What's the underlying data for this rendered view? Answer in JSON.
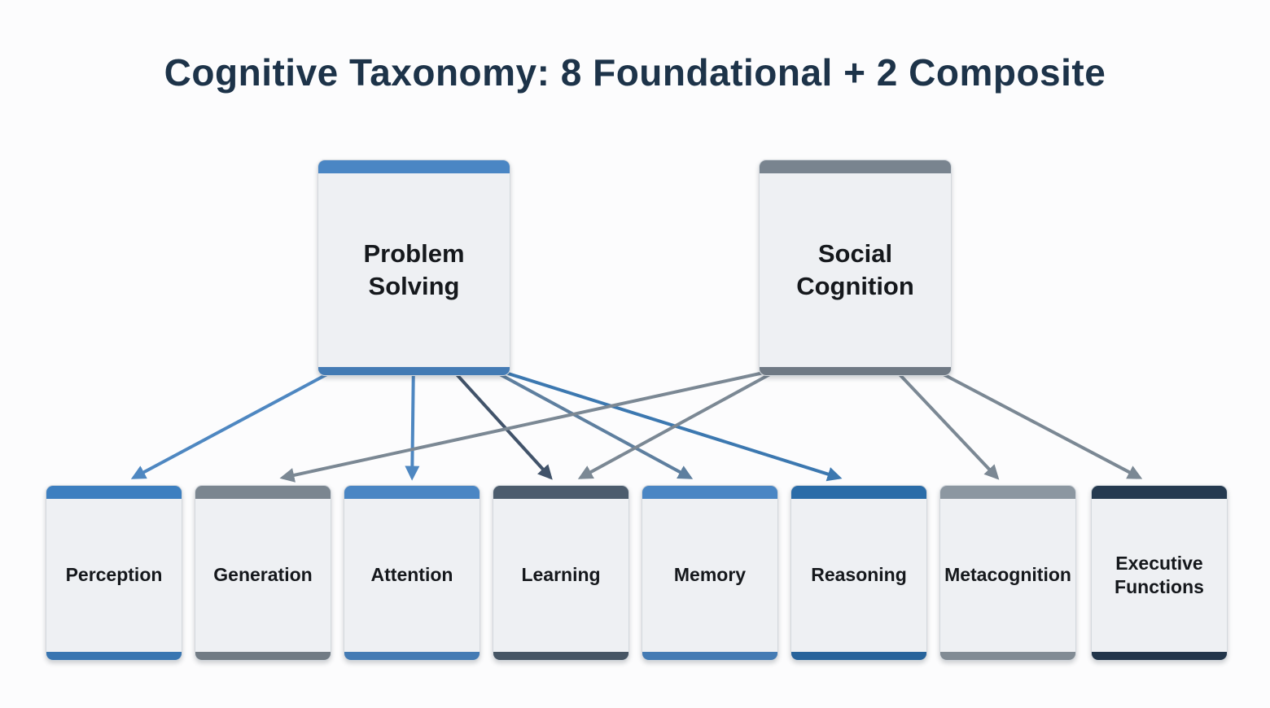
{
  "title": "Cognitive Taxonomy: 8 Foundational + 2 Composite",
  "composite_nodes": [
    {
      "id": "problem-solving",
      "label": "Problem Solving",
      "accent": "#4a86c4"
    },
    {
      "id": "social-cognition",
      "label": "Social Cognition",
      "accent": "#79848f"
    }
  ],
  "foundational_nodes": [
    {
      "id": "perception",
      "label": "Perception",
      "accent": "#3d7fc0"
    },
    {
      "id": "generation",
      "label": "Generation",
      "accent": "#7b8690"
    },
    {
      "id": "attention",
      "label": "Attention",
      "accent": "#4a86c4"
    },
    {
      "id": "learning",
      "label": "Learning",
      "accent": "#4c5c6d"
    },
    {
      "id": "memory",
      "label": "Memory",
      "accent": "#4a86c4"
    },
    {
      "id": "reasoning",
      "label": "Reasoning",
      "accent": "#2a6ca8"
    },
    {
      "id": "metacognition",
      "label": "Metacognition",
      "accent": "#8c97a1"
    },
    {
      "id": "executive-functions",
      "label": "Executive Functions",
      "accent": "#253a50"
    }
  ],
  "edges": [
    {
      "from": "problem-solving",
      "to": "perception",
      "color": "#4e87c1"
    },
    {
      "from": "problem-solving",
      "to": "attention",
      "color": "#4e87c1"
    },
    {
      "from": "problem-solving",
      "to": "learning",
      "color": "#41536a"
    },
    {
      "from": "problem-solving",
      "to": "memory",
      "color": "#5e7f9f"
    },
    {
      "from": "problem-solving",
      "to": "reasoning",
      "color": "#3c78b0"
    },
    {
      "from": "social-cognition",
      "to": "generation",
      "color": "#7b8894"
    },
    {
      "from": "social-cognition",
      "to": "learning",
      "color": "#7b8894"
    },
    {
      "from": "social-cognition",
      "to": "metacognition",
      "color": "#7b8894"
    },
    {
      "from": "social-cognition",
      "to": "executive-functions",
      "color": "#7b8894"
    }
  ]
}
